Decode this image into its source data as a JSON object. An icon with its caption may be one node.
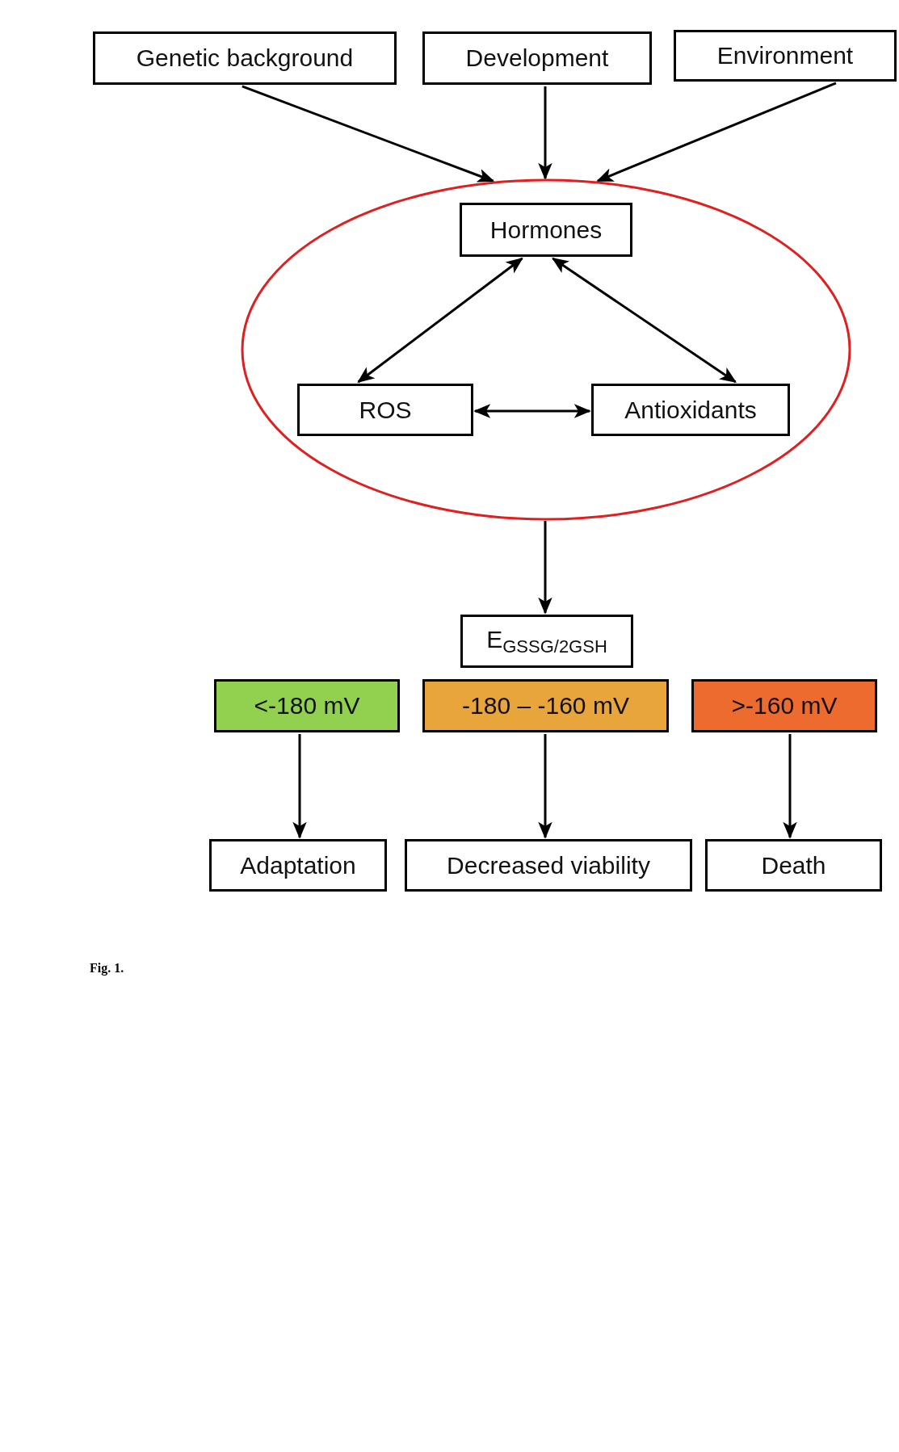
{
  "diagram": {
    "caption": "Fig. 1.",
    "nodes": [
      {
        "text": [
          "Genetic background"
        ]
      },
      {
        "text": [
          "Development"
        ]
      },
      {
        "text": [
          "Environment"
        ]
      },
      {
        "text": [],
        "shape": "ellipse"
      },
      {
        "text": [
          "Hormones"
        ],
        "in": 3
      },
      {
        "text": [
          "ROS"
        ],
        "in": 3
      },
      {
        "text": [
          "Antioxidants"
        ],
        "in": 3
      },
      {
        "text": [
          "E$_{GSSG/2GSH}$"
        ]
      },
      {
        "text": [
          "<-180 mV"
        ]
      },
      {
        "text": [
          "-180 – -160 mV"
        ]
      },
      {
        "text": [
          ">-160 mV"
        ]
      },
      {
        "text": [
          "Adaptation"
        ]
      },
      {
        "text": [
          "Decreased viability"
        ]
      },
      {
        "text": [
          "Death"
        ]
      }
    ],
    "edges": [
      {
        "from": 0,
        "to": 3,
        "arrow": "to"
      },
      {
        "from": 1,
        "to": 3,
        "arrow": "to"
      },
      {
        "from": 2,
        "to": 3,
        "arrow": "to"
      },
      {
        "from": 4,
        "to": 5,
        "arrow": "both"
      },
      {
        "from": 4,
        "to": 6,
        "arrow": "both"
      },
      {
        "from": 5,
        "to": 6,
        "arrow": "both"
      },
      {
        "from": 3,
        "to": 7,
        "arrow": "to"
      },
      {
        "from": 8,
        "to": 11,
        "arrow": "to"
      },
      {
        "from": 9,
        "to": 12,
        "arrow": "to"
      },
      {
        "from": 10,
        "to": 13,
        "arrow": "to"
      }
    ]
  }
}
